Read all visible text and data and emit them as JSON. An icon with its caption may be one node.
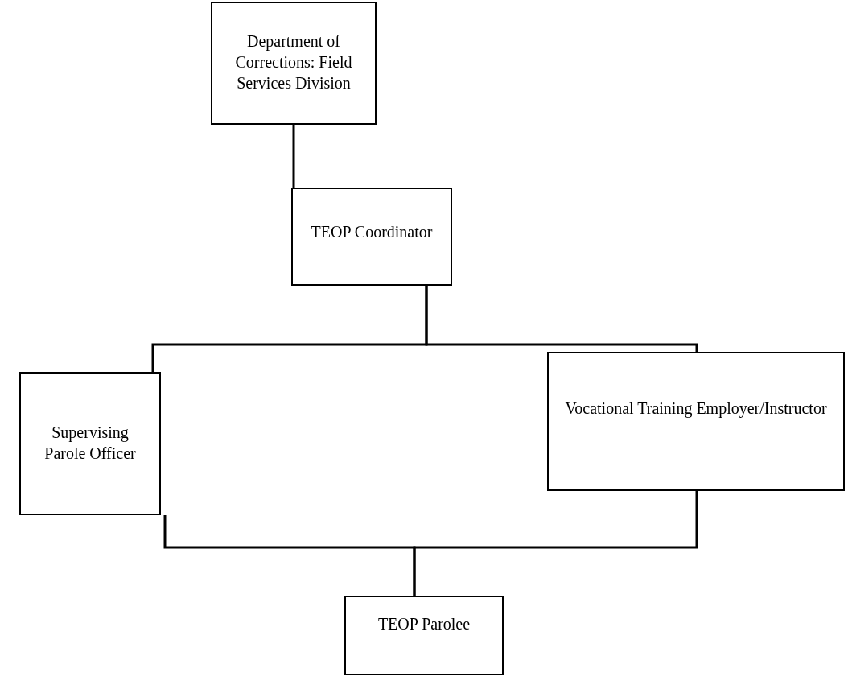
{
  "diagram": {
    "nodes": [
      {
        "text": [
          "Department of Corrections: Field Services Division"
        ]
      },
      {
        "text": [
          "TEOP Coordinator"
        ]
      },
      {
        "text": [
          "Supervising Parole Officer"
        ]
      },
      {
        "text": [
          "Vocational Training Employer/Instructor"
        ]
      },
      {
        "text": [
          "TEOP Parolee"
        ]
      }
    ],
    "edges": [
      {
        "from": 0,
        "to": 1,
        "arrow": "none"
      },
      {
        "from": 1,
        "to": 2,
        "arrow": "none"
      },
      {
        "from": 1,
        "to": 3,
        "arrow": "none"
      },
      {
        "from": 2,
        "to": 4,
        "arrow": "none"
      },
      {
        "from": 3,
        "to": 4,
        "arrow": "none"
      }
    ]
  }
}
